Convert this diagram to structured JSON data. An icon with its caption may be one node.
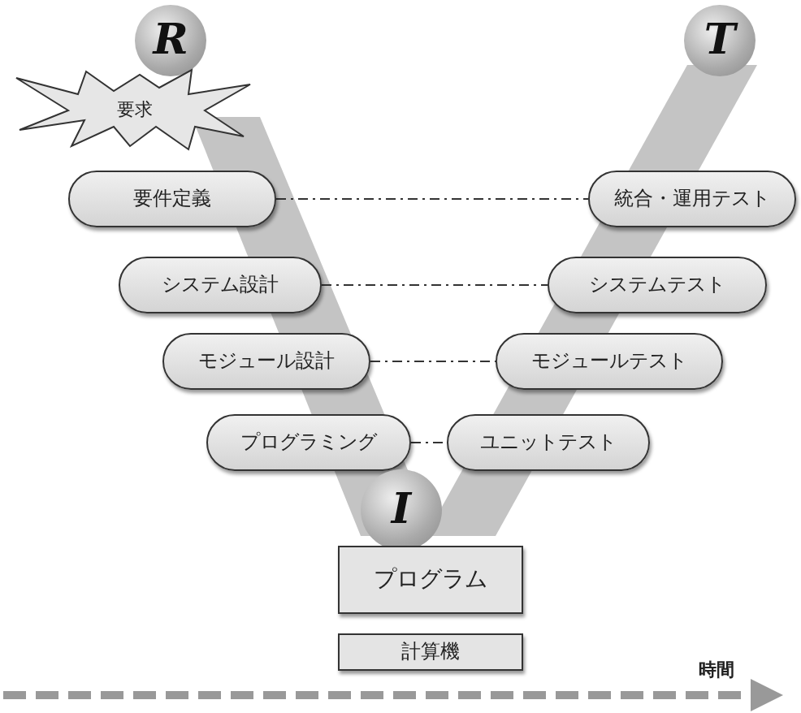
{
  "diagram": {
    "nodes": [
      {
        "text": [
          "R"
        ]
      },
      {
        "text": [
          "T"
        ]
      },
      {
        "text": [
          "要求"
        ]
      },
      {
        "text": [
          "要件定義"
        ]
      },
      {
        "text": [
          "統合・運用テスト"
        ]
      },
      {
        "text": [
          "システム設計"
        ]
      },
      {
        "text": [
          "システムテスト"
        ]
      },
      {
        "text": [
          "モジュール設計"
        ]
      },
      {
        "text": [
          "モジュールテスト"
        ]
      },
      {
        "text": [
          "プログラミング"
        ]
      },
      {
        "text": [
          "ユニットテスト"
        ]
      },
      {
        "text": [
          "I"
        ]
      },
      {
        "text": [
          "プログラム"
        ]
      },
      {
        "text": [
          "計算機"
        ]
      }
    ],
    "edges": [
      {
        "from": 3,
        "to": 4,
        "arrow": "none",
        "style": "dashed"
      },
      {
        "from": 5,
        "to": 6,
        "arrow": "none",
        "style": "dashed"
      },
      {
        "from": 7,
        "to": 8,
        "arrow": "none",
        "style": "dashed"
      },
      {
        "from": 9,
        "to": 10,
        "arrow": "none",
        "style": "dashed"
      }
    ],
    "labels": [
      "時間"
    ]
  }
}
